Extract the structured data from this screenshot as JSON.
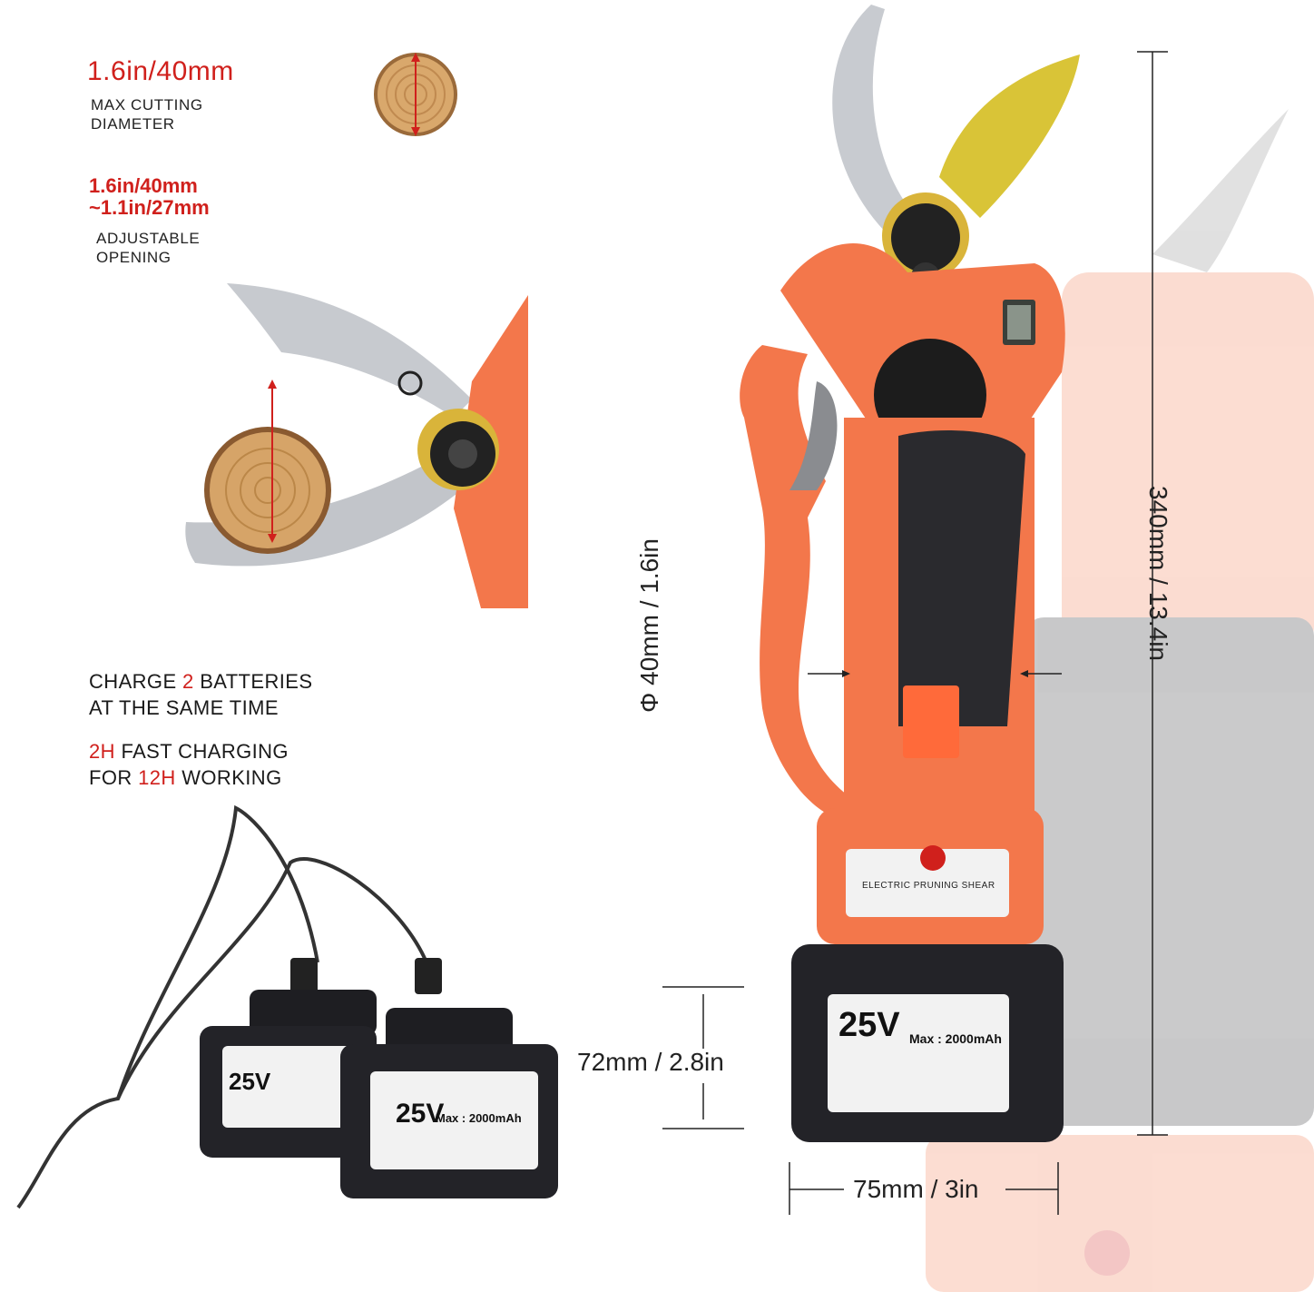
{
  "specs": {
    "cutting_value": "1.6in/40mm",
    "cutting_caption": [
      "MAX CUTTING",
      "DIAMETER"
    ],
    "opening_value_1": "1.6in/40mm",
    "opening_value_2": "~1.1in/27mm",
    "opening_caption": [
      "ADJUSTABLE",
      "OPENING"
    ]
  },
  "features": {
    "line1_a": "CHARGE ",
    "line1_num": "2",
    "line1_b": " BATTERIES",
    "line2": "AT THE SAME TIME",
    "line3_num": "2H",
    "line3_b": " FAST CHARGING",
    "line4_a": "FOR ",
    "line4_num": "12H",
    "line4_b": " WORKING"
  },
  "dimensions": {
    "grip": "Φ 40mm / 1.6in",
    "length": "340mm / 13.4in",
    "battery_height": "72mm / 2.8in",
    "width": "75mm / 3in"
  },
  "product": {
    "label": "ELECTRIC PRUNING SHEAR",
    "voltage": "25V",
    "capacity": "Max : 2000mAh"
  },
  "colors": {
    "accent_red": "#d0201c",
    "body_orange": "#f3774b",
    "grip_dark": "#2a2a2e",
    "blade_gold": "#d9c437"
  }
}
